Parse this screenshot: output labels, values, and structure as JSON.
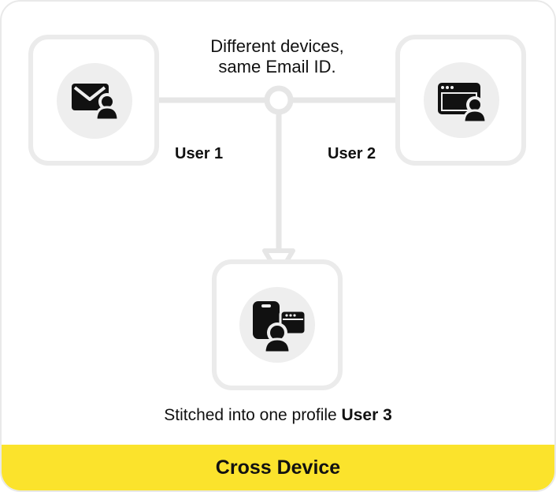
{
  "diagram": {
    "caption_top_line1": "Different devices,",
    "caption_top_line2": "same Email ID.",
    "user1_label": "User 1",
    "user2_label": "User 2",
    "stitched_text": "Stitched into one profile",
    "stitched_user": "User 3",
    "footer_title": "Cross Device",
    "icons": {
      "user1": "email-user-icon",
      "user2": "browser-user-icon",
      "user3": "multi-device-user-icon"
    },
    "colors": {
      "accent": "#fbe32c",
      "connector": "#e6e6e6",
      "icon_circle": "#eeeeee",
      "icon": "#111111"
    }
  }
}
